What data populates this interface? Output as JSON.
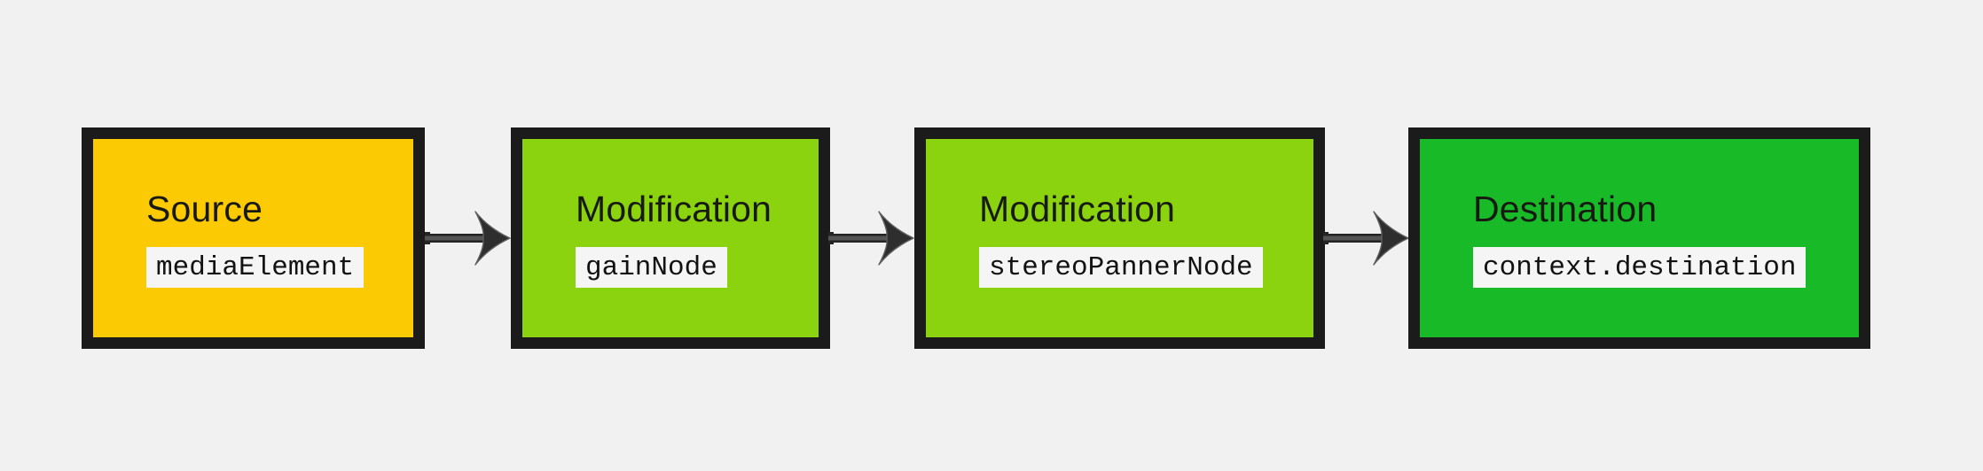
{
  "colors": {
    "background": "#f1f1f1",
    "node_border": "#1b1b1b",
    "code_chip_background": "#f5f5f5",
    "arrow_dark": "#2e2e2e",
    "arrow_edge": "#5f5f5f",
    "arrow_shaft": "#545454"
  },
  "diagram": {
    "type": "flow",
    "direction": "left-to-right",
    "nodes": [
      {
        "id": "source",
        "title": "Source",
        "code": "mediaElement",
        "fill": "#fcca02"
      },
      {
        "id": "gain",
        "title": "Modification",
        "code": "gainNode",
        "fill": "#8bd30e"
      },
      {
        "id": "stereo-panner",
        "title": "Modification",
        "code": "stereoPannerNode",
        "fill": "#8bd30e"
      },
      {
        "id": "destination",
        "title": "Destination",
        "code": "context.destination",
        "fill": "#18ba28"
      }
    ],
    "connections": [
      {
        "from": "source",
        "to": "gain"
      },
      {
        "from": "gain",
        "to": "stereo-panner"
      },
      {
        "from": "stereo-panner",
        "to": "destination"
      }
    ]
  }
}
